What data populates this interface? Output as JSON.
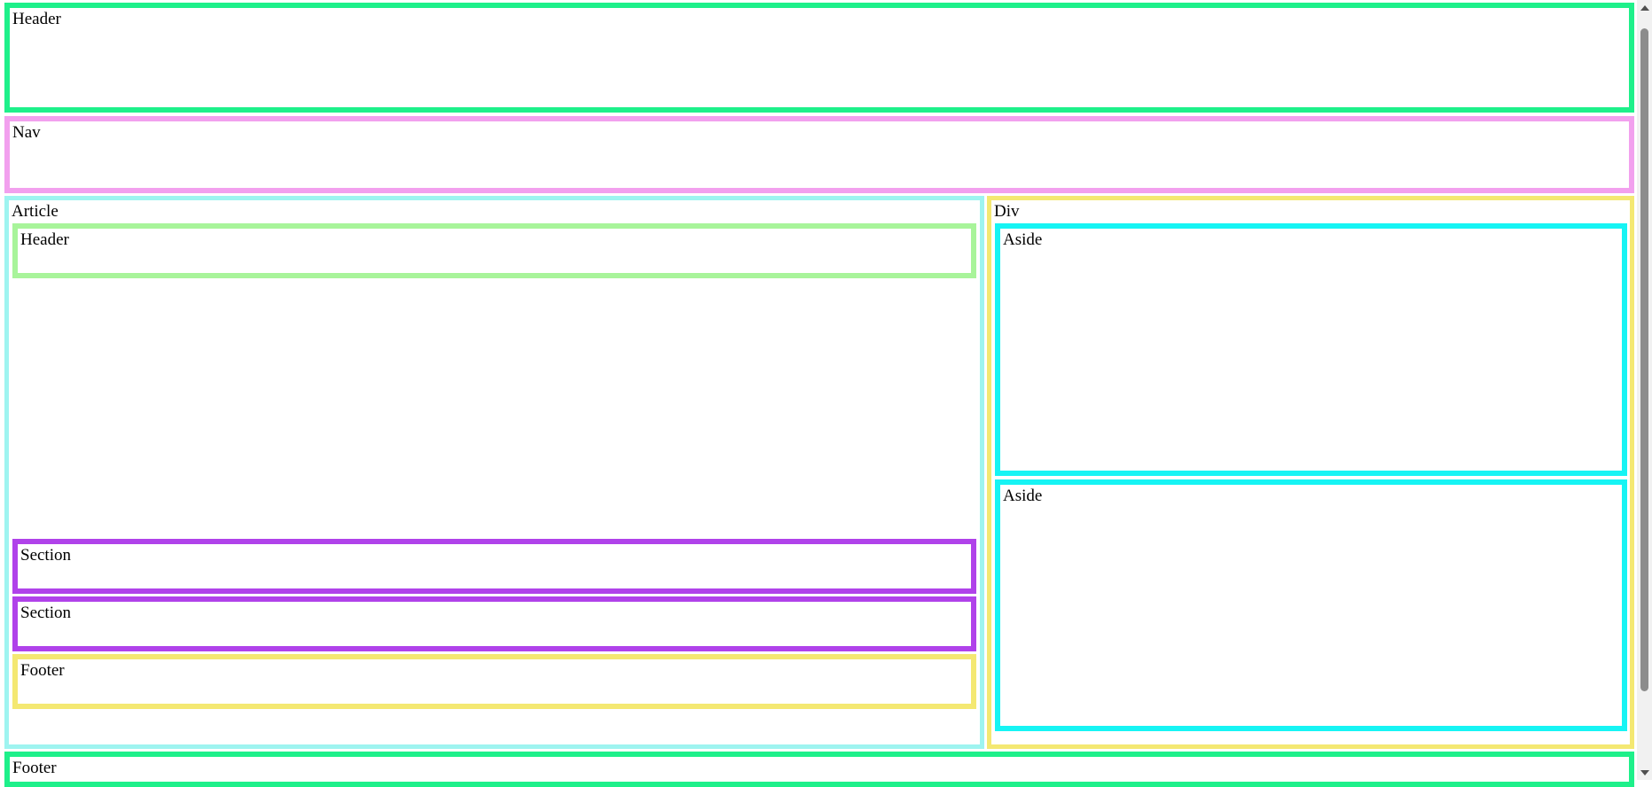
{
  "colors": {
    "page_header": "#1ef08a",
    "nav": "#f2a0ee",
    "article": "#9ef4f0",
    "div": "#f4e872",
    "article_header": "#a8f49a",
    "section": "#b042ea",
    "article_footer": "#f4e872",
    "aside": "#16f4f4",
    "page_footer": "#1ef08a"
  },
  "page_header": {
    "label": "Header"
  },
  "nav": {
    "label": "Nav"
  },
  "article": {
    "label": "Article",
    "header": {
      "label": "Header"
    },
    "sections": [
      {
        "label": "Section"
      },
      {
        "label": "Section"
      }
    ],
    "footer": {
      "label": "Footer"
    }
  },
  "div": {
    "label": "Div",
    "asides": [
      {
        "label": "Aside"
      },
      {
        "label": "Aside"
      }
    ]
  },
  "page_footer": {
    "label": "Footer"
  },
  "scrollbar": {
    "up_icon": "scroll-up-arrow",
    "down_icon": "scroll-down-arrow"
  }
}
